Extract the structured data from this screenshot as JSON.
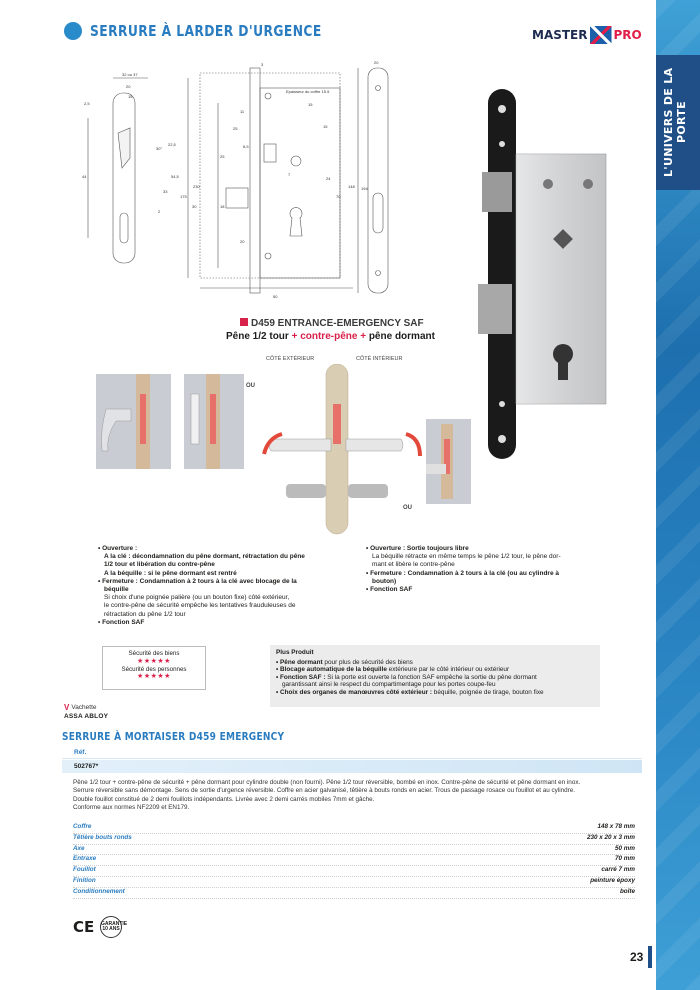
{
  "header": {
    "title": "SERRURE À LARDER D'URGENCE",
    "logo_master": "MASTER",
    "logo_pro": "PRO"
  },
  "side_tab": "L'UNIVERS DE LA PORTE",
  "drawing_labels": {
    "dims": [
      "32 ou 37",
      "3",
      "20",
      "2,5",
      "20",
      "15",
      "30°",
      "22,5",
      "44",
      "33",
      "54,5",
      "30",
      "175",
      "230",
      "25",
      "11",
      "25",
      "8,5",
      "18",
      "Epaisseur du coffre 15.5",
      "15",
      "15",
      "24",
      "70",
      "148",
      "194",
      "20",
      "50",
      "7",
      "2"
    ]
  },
  "product_caption": {
    "line1": "D459 ENTRANCE-EMERGENCY SAF",
    "line2_a": "Pêne 1/2 tour ",
    "line2_b": "+ contre-pêne +",
    "line2_c": " pêne dormant"
  },
  "illustration": {
    "cote_exterieur": "CÔTÉ EXTÉRIEUR",
    "cote_interieur": "CÔTÉ INTÉRIEUR",
    "ou_1": "OU",
    "ou_2": "OU"
  },
  "left_block": {
    "l1": "• Ouverture :",
    "l2": "A la clé : décondamnation du pêne dormant, rétractation du pêne",
    "l3": "1/2 tour et libération du contre-pêne",
    "l4": "A la béquille : si le pêne dormant est rentré",
    "l5": "• Fermeture : Condamnation à 2 tours à la clé avec blocage de la",
    "l6": "béquille",
    "l7": "Si choix d'une poignée palière (ou un bouton fixe) côté extérieur,",
    "l8": "le contre-pêne de sécurité empêche les tentatives frauduleuses de",
    "l9": "rétractation du pêne 1/2 tour",
    "l10": "• Fonction SAF"
  },
  "right_block": {
    "l1": "• Ouverture : Sortie toujours libre",
    "l2": "La béquille rétracte en même temps le pêne 1/2 tour, le pêne dor-",
    "l3": "mant et libère le contre-pêne",
    "l4": "• Fermeture : Condamnation à 2 tours à la clé (ou au cylindre à",
    "l5": "bouton)",
    "l6": "• Fonction SAF"
  },
  "ratings": {
    "biens": "Sécurité des biens",
    "biens_stars": "★★★★★",
    "personnes": "Sécurité des personnes",
    "personnes_stars": "★★★★★"
  },
  "plus_produit": {
    "heading": "Plus Produit",
    "i1a": "• Pêne dormant",
    "i1b": " pour plus de sécurité des biens",
    "i2a": "• Blocage automatique de la béquille",
    "i2b": " extérieure par le côté intérieur ou extérieur",
    "i3a": "• Fonction SAF :",
    "i3b": " Si la porte est ouverte la fonction SAF empêche la sortie du pêne dormant",
    "i3c": "garantissant ainsi le respect du compartimentage pour les portes coupe-feu",
    "i4a": "• Choix des organes de manœuvres côté extérieur :",
    "i4b": " béquille, poignée de tirage, bouton fixe"
  },
  "brands": {
    "vachette": "Vachette",
    "assa": "ASSA ABLOY"
  },
  "product": {
    "title": "SERRURE À MORTAISER D459 EMERGENCY",
    "ref_label": "Réf.",
    "ref_value": "502767*",
    "desc1": "Pêne 1/2 tour + contre-pêne de sécurité + pêne dormant pour cylindre double (non fourni). Pêne 1/2 tour réversible, bombé en inox. Contre-pêne de sécurité et pêne dormant en inox.",
    "desc2": "Serrure réversible sans démontage. Sens de sortie d'urgence réversible. Coffre en acier galvanisé, têtière à bouts ronds en acier. Trous de passage rosace ou fouillot et au cylindre.",
    "desc3": "Double fouillot constitué de 2 demi fouillots indépendants. Livrée avec 2 demi carrés mobiles 7mm et gâche.",
    "desc4": "Conforme aux normes NF2209 et EN179.",
    "specs": [
      {
        "k": "Coffre",
        "v": "148 x 78 mm"
      },
      {
        "k": "Têtière bouts ronds",
        "v": "230 x 20 x 3 mm"
      },
      {
        "k": "Axe",
        "v": "50 mm"
      },
      {
        "k": "Entraxe",
        "v": "70 mm"
      },
      {
        "k": "Fouillot",
        "v": "carré 7 mm"
      },
      {
        "k": "Finition",
        "v": "peinture époxy"
      },
      {
        "k": "Conditionnement",
        "v": "boîte"
      }
    ]
  },
  "footer": {
    "ce": "CE",
    "guarantee_top": "GARANTIE",
    "guarantee_years": "10 ANS",
    "page_number": "23"
  }
}
